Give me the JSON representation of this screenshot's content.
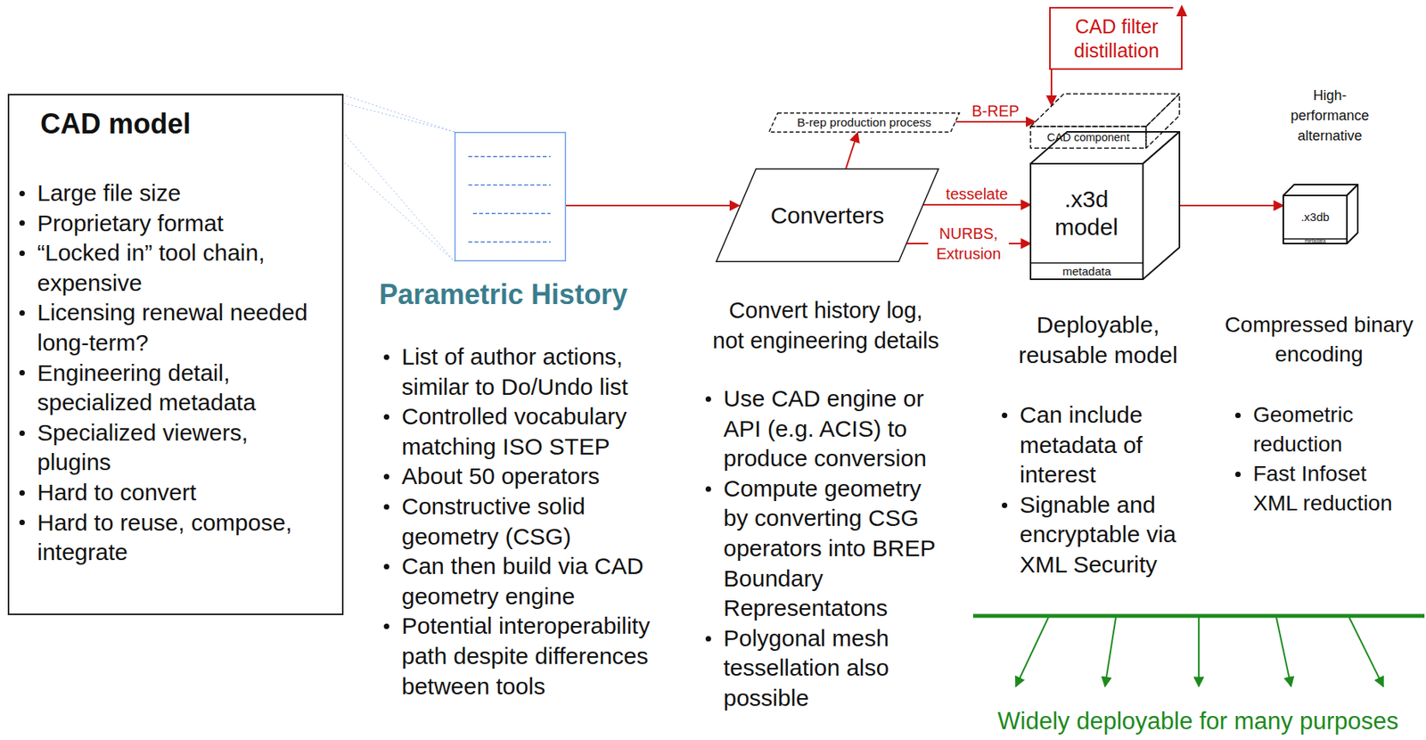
{
  "diagram": {
    "nodes": [
      {
        "text": [
          "CAD model",
          "Large file size",
          "Proprietary format",
          "“Locked in” tool chain, expensive",
          "Licensing renewal needed long-term?",
          "Engineering detail, specialized metadata",
          "Specialized viewers, plugins",
          "Hard to convert",
          "Hard to reuse, compose, integrate"
        ]
      },
      {
        "text": [
          "Parametric History",
          "List of author actions, similar to Do/Undo list",
          "Controlled vocabulary matching ISO STEP",
          "About 50 operators",
          "Constructive solid geometry (CSG)",
          "Can then build via CAD geometry engine",
          "Potential interoperability path despite differences between tools"
        ]
      },
      {
        "text": [
          "B-rep production process"
        ]
      },
      {
        "text": [
          "Converters",
          "Convert history log, not engineering details",
          "Use CAD engine or API (e.g. ACIS) to produce conversion",
          "Compute geometry by converting CSG operators into BREP Boundary Representatons",
          "Polygonal mesh tessellation also possible"
        ]
      },
      {
        "text": [
          "CAD filter distillation"
        ]
      },
      {
        "text": [
          "CAD component"
        ]
      },
      {
        "text": [
          ".x3d model",
          "metadata",
          "Deployable, reusable model",
          "Can include metadata of interest",
          "Signable and encryptable via XML Security"
        ]
      },
      {
        "text": [
          "High-performance alternative",
          ".x3db",
          "metadata",
          "Compressed binary encoding",
          "Geometric reduction",
          "Fast Infoset XML reduction"
        ]
      }
    ],
    "edges": [
      {
        "from": 1,
        "to": 3,
        "arrow": "to"
      },
      {
        "from": 3,
        "to": 2,
        "arrow": "to"
      },
      {
        "from": 2,
        "to": 5,
        "label": "B-REP",
        "arrow": "to"
      },
      {
        "from": 3,
        "to": 6,
        "label": "tesselate",
        "arrow": "to"
      },
      {
        "from": 3,
        "to": 6,
        "label": "NURBS, Extrusion",
        "arrow": "to"
      },
      {
        "from": 6,
        "to": 7,
        "arrow": "to"
      },
      {
        "from": 4,
        "to": 5,
        "arrow": "to"
      }
    ],
    "labels": [
      "Widely deployable for many purposes"
    ]
  }
}
